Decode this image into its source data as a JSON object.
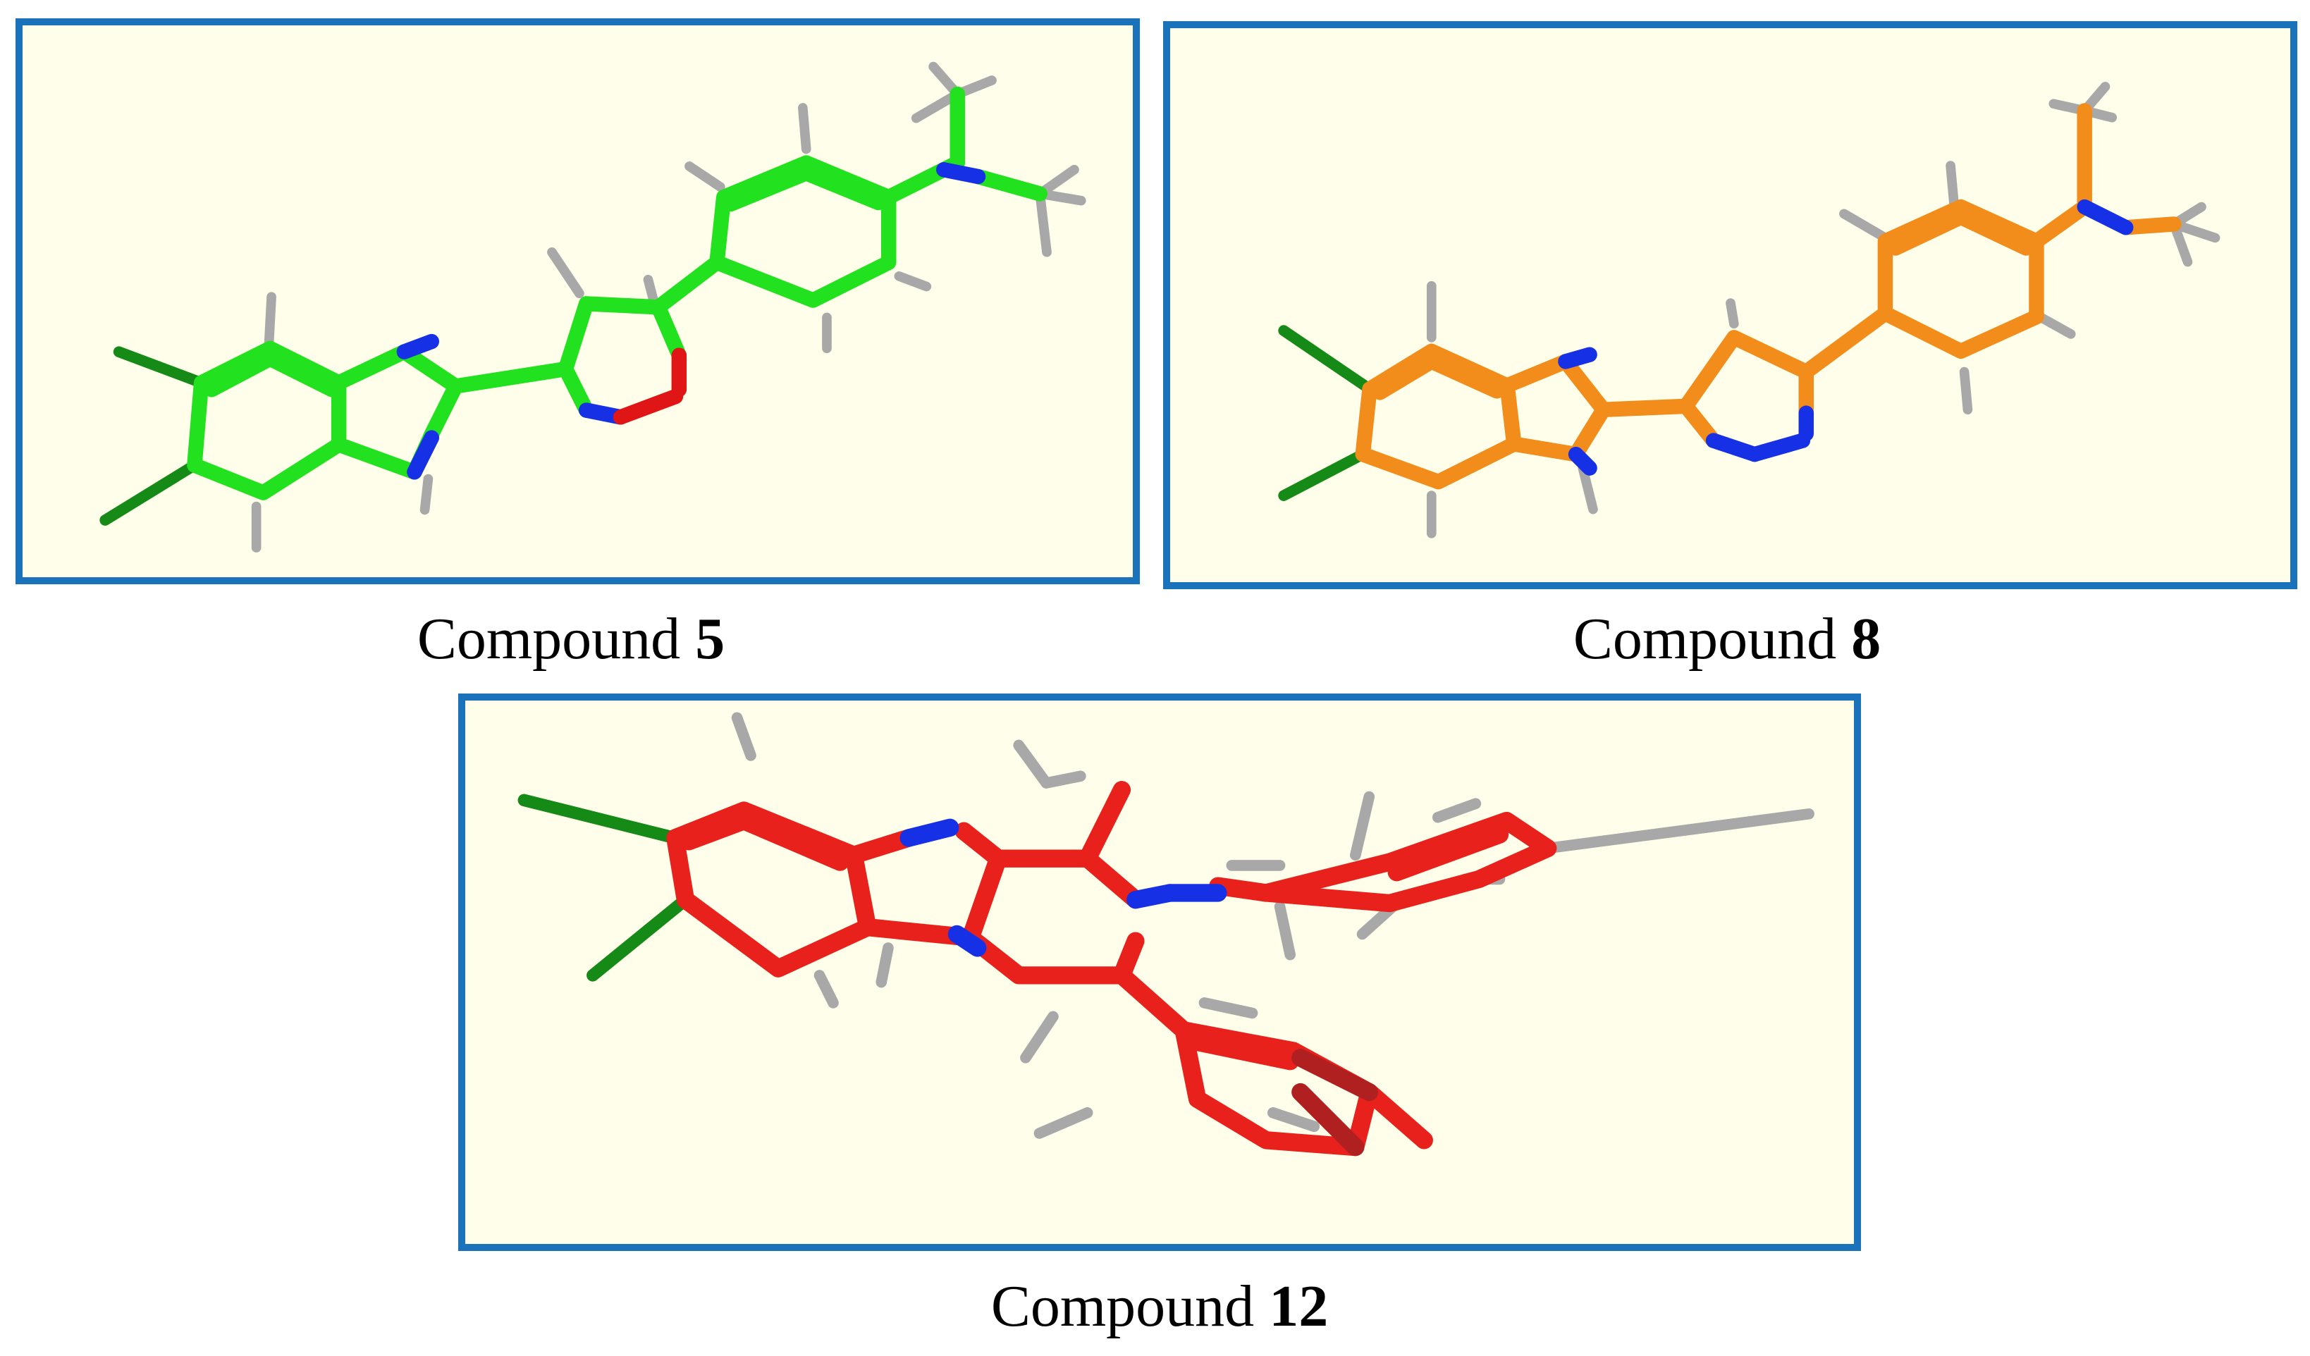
{
  "panels": [
    {
      "caption_prefix": "Compound",
      "caption_number": "5",
      "color": "#22e11e"
    },
    {
      "caption_prefix": "Compound",
      "caption_number": "8",
      "color": "#f28d1c"
    },
    {
      "caption_prefix": "Compound",
      "caption_number": "12",
      "color": "#e8211c"
    }
  ],
  "colors": {
    "border": "#1a72bb",
    "background": "#fefeea",
    "nitrogen": "#1630e6",
    "oxygen": "#e01515",
    "chlorine": "#168a16",
    "hydrogen": "#9a9a9a"
  }
}
